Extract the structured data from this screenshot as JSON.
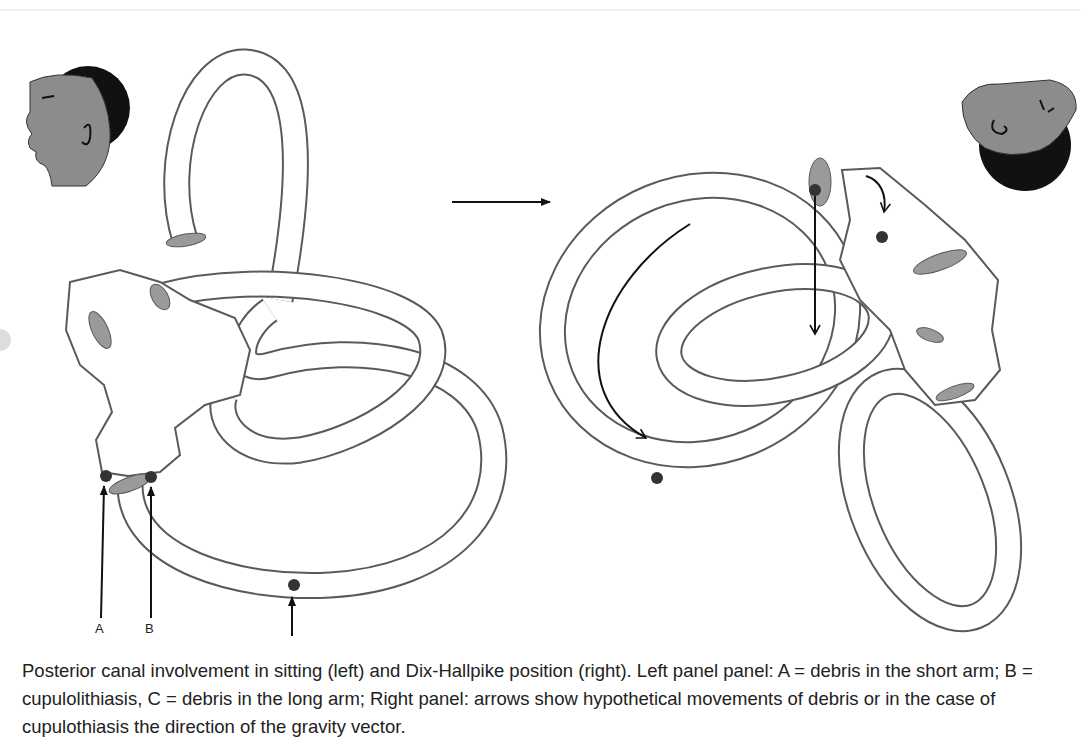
{
  "diagram": {
    "caption": "Posterior canal involvement in sitting (left) and Dix-Hallpike position (right). Left panel panel: A = debris in the short arm; B = cupulolithiasis, C = debris in the long arm; Right panel: arrows show hypothetical movements of debris or in the case of cupulothiasis the direction of the gravity vector.",
    "labels": [
      "A",
      "B"
    ]
  }
}
